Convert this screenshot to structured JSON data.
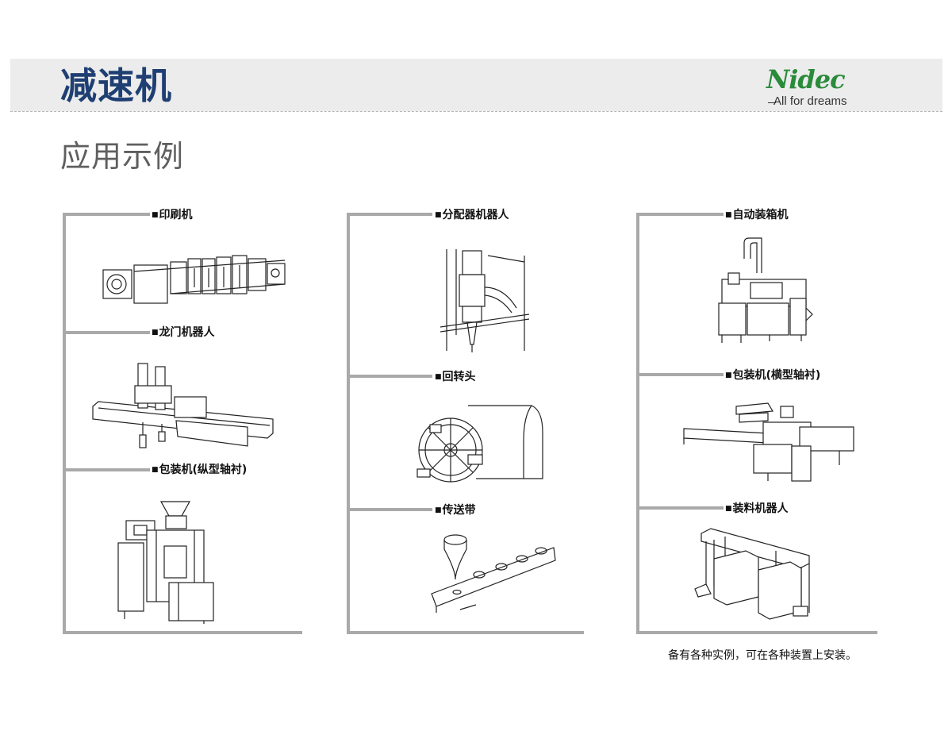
{
  "header": {
    "title": "减速机",
    "logo_text": "Nidec",
    "logo_slogan": "All for dreams"
  },
  "subtitle": "应用示例",
  "columns": [
    {
      "items": [
        {
          "label": "印刷机",
          "icon": "printing-press-icon"
        },
        {
          "label": "龙门机器人",
          "icon": "gantry-robot-icon"
        },
        {
          "label": "包装机(纵型轴衬)",
          "icon": "vertical-packaging-machine-icon"
        }
      ]
    },
    {
      "items": [
        {
          "label": "分配器机器人",
          "icon": "dispenser-robot-icon"
        },
        {
          "label": "回转头",
          "icon": "rotary-head-icon"
        },
        {
          "label": "传送带",
          "icon": "conveyor-icon"
        }
      ]
    },
    {
      "items": [
        {
          "label": "自动装箱机",
          "icon": "auto-boxing-machine-icon"
        },
        {
          "label": "包装机(横型轴衬)",
          "icon": "horizontal-packaging-machine-icon"
        },
        {
          "label": "装料机器人",
          "icon": "loading-robot-icon"
        }
      ]
    }
  ],
  "footnote": "备有各种实例，可在各种装置上安装。",
  "colors": {
    "title": "#1f3f73",
    "logo": "#2a8b3a",
    "bracket": "#a9a9a9",
    "header_band": "#ececec"
  }
}
